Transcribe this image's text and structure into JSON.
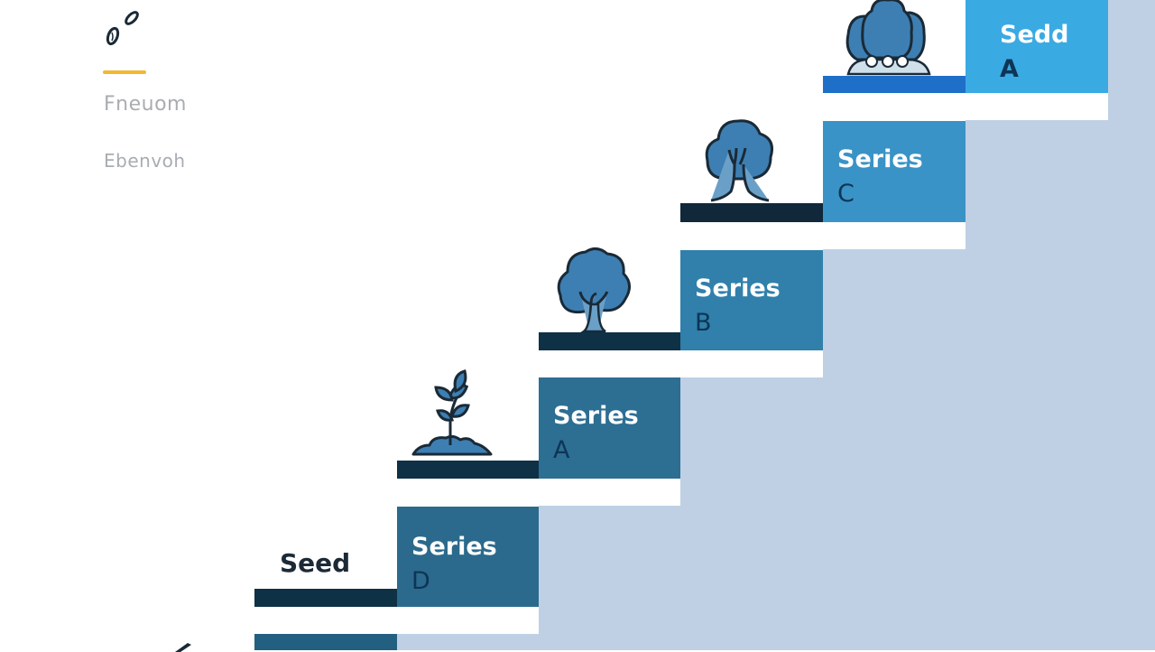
{
  "sidebar": {
    "icon": "seeds-icon",
    "accent_color": "#f3b731",
    "line1": "Fneuom",
    "line2": "Ebenvoh"
  },
  "staircase": {
    "base_label": "Seed",
    "steps": [
      {
        "title": "Series",
        "sub": "D",
        "color": "#2b6a8c",
        "bar_color": "#0e3145",
        "icon": "none"
      },
      {
        "title": "Series",
        "sub": "A",
        "color": "#2d6e93",
        "bar_color": "#0e3145",
        "icon": "sprout-icon"
      },
      {
        "title": "Series",
        "sub": "B",
        "color": "#3080ab",
        "bar_color": "#0e3145",
        "icon": "young-tree-icon"
      },
      {
        "title": "Series",
        "sub": "C",
        "color": "#3a93c6",
        "bar_color": "#10283a",
        "icon": "tree-icon"
      },
      {
        "title": "Sedd",
        "sub": "A",
        "color": "#3aaae3",
        "bar_color": "#1e6fc8",
        "icon": "forest-icon"
      }
    ]
  },
  "colors": {
    "background_region": "#bfd0e4",
    "icon_fill": "#3d7fb3",
    "icon_stroke": "#1a2a36"
  }
}
